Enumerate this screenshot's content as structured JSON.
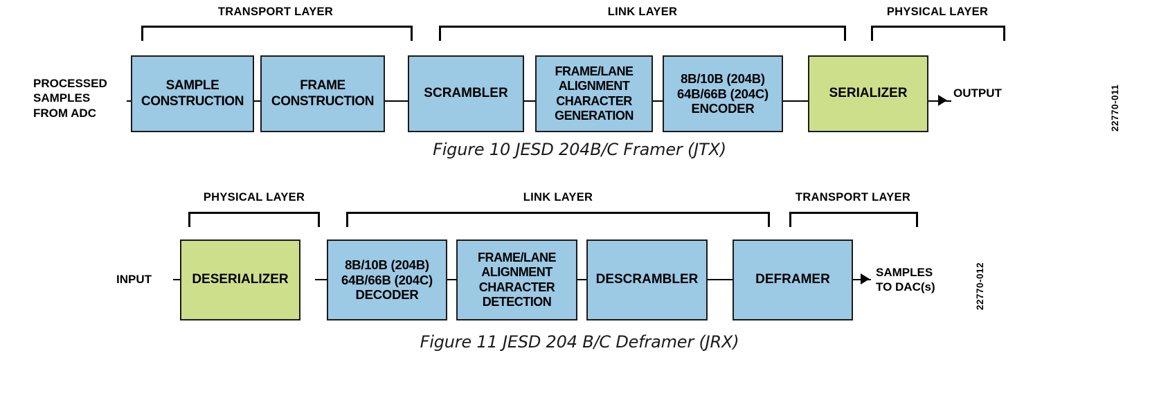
{
  "figures": [
    {
      "id": "jtx",
      "caption": "Figure 10 JESD 204B/C Framer (JTX)",
      "doc_code": "22770-011",
      "input_label_lines": [
        "PROCESSED",
        "SAMPLES",
        "FROM ADC"
      ],
      "output_label_lines": [
        "OUTPUT"
      ],
      "layers": [
        {
          "name": "TRANSPORT LAYER"
        },
        {
          "name": "LINK LAYER"
        },
        {
          "name": "PHYSICAL LAYER"
        }
      ],
      "blocks": [
        {
          "name": "sample-construction",
          "lines": [
            "SAMPLE",
            "CONSTRUCTION"
          ],
          "color": "blue"
        },
        {
          "name": "frame-construction",
          "lines": [
            "FRAME",
            "CONSTRUCTION"
          ],
          "color": "blue"
        },
        {
          "name": "scrambler",
          "lines": [
            "SCRAMBLER"
          ],
          "color": "blue"
        },
        {
          "name": "falc-generation",
          "lines": [
            "FRAME/LANE",
            "ALIGNMENT",
            "CHARACTER",
            "GENERATION"
          ],
          "color": "blue"
        },
        {
          "name": "encoder",
          "lines": [
            "8B/10B (204B)",
            "64B/66B (204C)",
            "ENCODER"
          ],
          "color": "blue"
        },
        {
          "name": "serializer",
          "lines": [
            "SERIALIZER"
          ],
          "color": "green"
        }
      ]
    },
    {
      "id": "jrx",
      "caption": "Figure 11 JESD 204 B/C Deframer (JRX)",
      "doc_code": "22770-012",
      "input_label_lines": [
        "INPUT"
      ],
      "output_label_lines": [
        "SAMPLES",
        "TO DAC(s)"
      ],
      "layers": [
        {
          "name": "PHYSICAL LAYER"
        },
        {
          "name": "LINK LAYER"
        },
        {
          "name": "TRANSPORT LAYER"
        }
      ],
      "blocks": [
        {
          "name": "deserializer",
          "lines": [
            "DESERIALIZER"
          ],
          "color": "green"
        },
        {
          "name": "decoder",
          "lines": [
            "8B/10B (204B)",
            "64B/66B (204C)",
            "DECODER"
          ],
          "color": "blue"
        },
        {
          "name": "falc-detection",
          "lines": [
            "FRAME/LANE",
            "ALIGNMENT",
            "CHARACTER",
            "DETECTION"
          ],
          "color": "blue"
        },
        {
          "name": "descrambler",
          "lines": [
            "DESCRAMBLER"
          ],
          "color": "blue"
        },
        {
          "name": "deframer",
          "lines": [
            "DEFRAMER"
          ],
          "color": "blue"
        }
      ]
    }
  ],
  "colors": {
    "block_blue": "#9CC9E4",
    "block_green": "#CEDF8C",
    "outline": "#1A1A1A",
    "background": "#FFFFFF"
  }
}
